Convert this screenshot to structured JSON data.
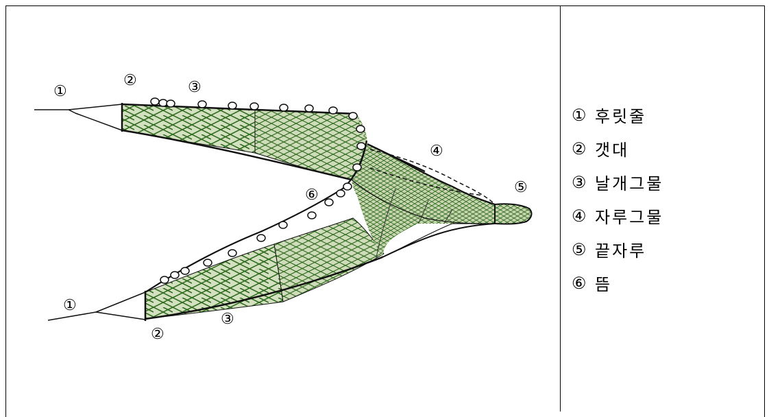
{
  "diagram": {
    "callouts": {
      "c1_top": "①",
      "c2_top": "②",
      "c3_top": "③",
      "c4": "④",
      "c5": "⑤",
      "c6": "⑥",
      "c1_bottom": "①",
      "c2_bottom": "②",
      "c3_bottom": "③"
    },
    "colors": {
      "net_fill": "#c9d8b4",
      "net_mesh": "#2f6b1e",
      "outline": "#111111",
      "float": "#ffffff"
    }
  },
  "legend": {
    "items": [
      {
        "num": "①",
        "text": "후릿줄"
      },
      {
        "num": "②",
        "text": "갯대"
      },
      {
        "num": "③",
        "text": "날개그물"
      },
      {
        "num": "④",
        "text": "자루그물"
      },
      {
        "num": "⑤",
        "text": "끝자루"
      },
      {
        "num": "⑥",
        "text": "뜸"
      }
    ]
  }
}
